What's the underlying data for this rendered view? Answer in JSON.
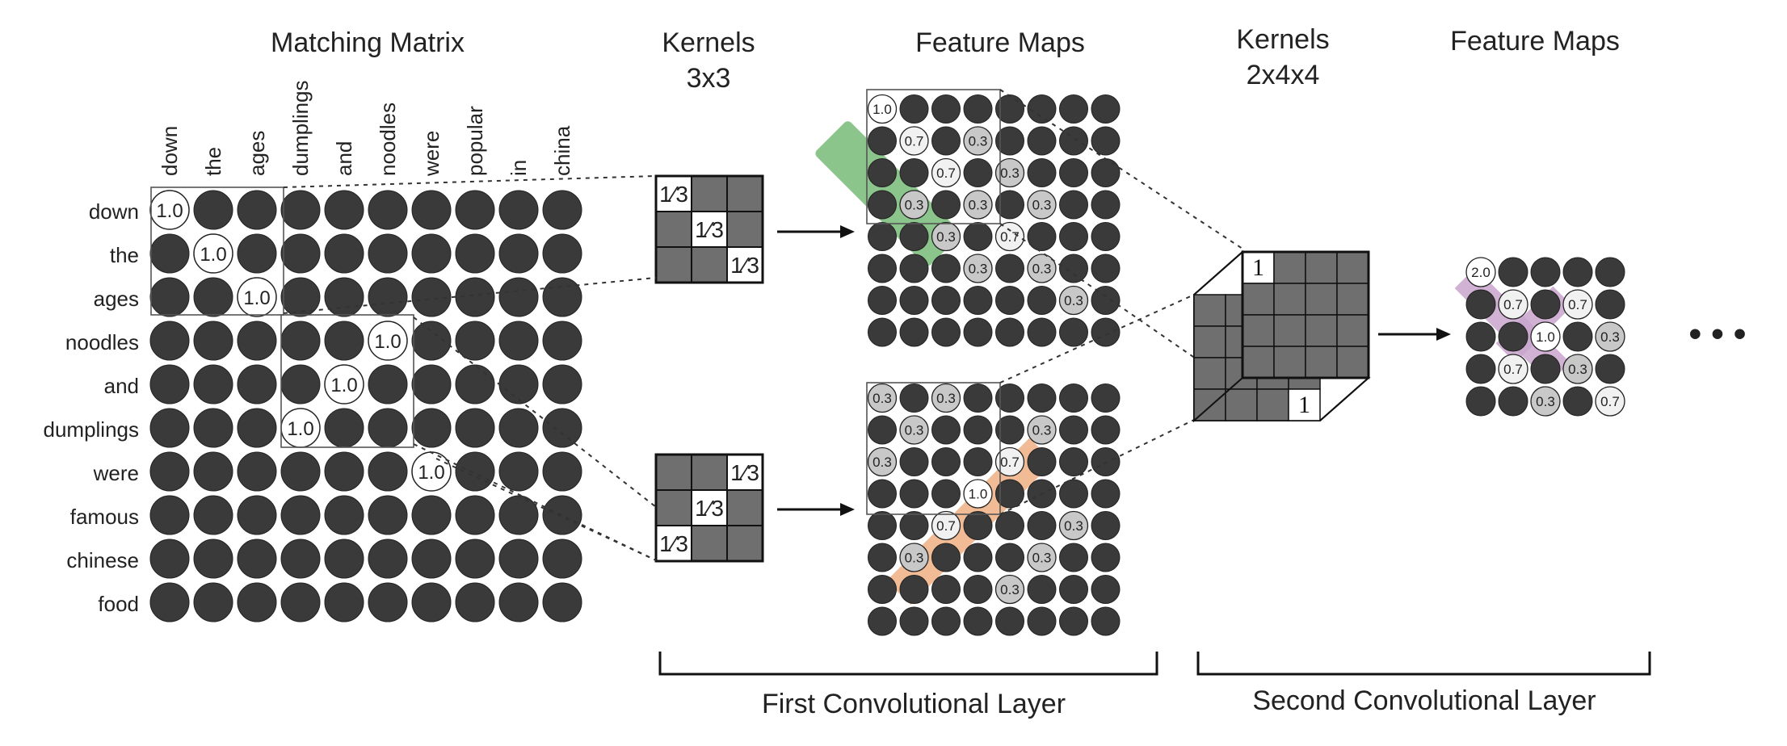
{
  "titles": {
    "matching_matrix": "Matching Matrix",
    "kernels1_a": "Kernels",
    "kernels1_b": "3x3",
    "feature_maps1": "Feature Maps",
    "kernels2_a": "Kernels",
    "kernels2_b": "2x4x4",
    "feature_maps2": "Feature Maps"
  },
  "layers": {
    "first": "First Convolutional Layer",
    "second": "Second Convolutional Layer"
  },
  "ellipsis": "• • •",
  "matrix": {
    "rows": [
      "down",
      "the",
      "ages",
      "noodles",
      "and",
      "dumplings",
      "were",
      "famous",
      "chinese",
      "food"
    ],
    "cols": [
      "down",
      "the",
      "ages",
      "dumplings",
      "and",
      "noodles",
      "were",
      "popular",
      "in",
      "china"
    ],
    "cells": [
      {
        "r": 0,
        "c": 0,
        "v": "1.0"
      },
      {
        "r": 1,
        "c": 1,
        "v": "1.0"
      },
      {
        "r": 2,
        "c": 2,
        "v": "1.0"
      },
      {
        "r": 3,
        "c": 5,
        "v": "1.0"
      },
      {
        "r": 4,
        "c": 4,
        "v": "1.0"
      },
      {
        "r": 5,
        "c": 3,
        "v": "1.0"
      },
      {
        "r": 6,
        "c": 6,
        "v": "1.0"
      }
    ]
  },
  "kernel1": {
    "value": "1⁄3",
    "cells": [
      [
        0,
        0
      ],
      [
        1,
        1
      ],
      [
        2,
        2
      ]
    ]
  },
  "kernel2": {
    "value": "1⁄3",
    "cells": [
      [
        0,
        2
      ],
      [
        1,
        1
      ],
      [
        2,
        0
      ]
    ]
  },
  "feature_map_top": {
    "cells": [
      {
        "r": 0,
        "c": 0,
        "v": "1.0",
        "t": "w"
      },
      {
        "r": 1,
        "c": 1,
        "v": "0.7",
        "t": "l"
      },
      {
        "r": 1,
        "c": 3,
        "v": "0.3",
        "t": "g"
      },
      {
        "r": 2,
        "c": 2,
        "v": "0.7",
        "t": "l"
      },
      {
        "r": 2,
        "c": 4,
        "v": "0.3",
        "t": "g"
      },
      {
        "r": 3,
        "c": 1,
        "v": "0.3",
        "t": "g"
      },
      {
        "r": 3,
        "c": 3,
        "v": "0.3",
        "t": "g"
      },
      {
        "r": 3,
        "c": 5,
        "v": "0.3",
        "t": "g"
      },
      {
        "r": 4,
        "c": 2,
        "v": "0.3",
        "t": "g"
      },
      {
        "r": 4,
        "c": 4,
        "v": "0.7",
        "t": "l"
      },
      {
        "r": 5,
        "c": 3,
        "v": "0.3",
        "t": "g"
      },
      {
        "r": 5,
        "c": 5,
        "v": "0.3",
        "t": "g"
      },
      {
        "r": 6,
        "c": 6,
        "v": "0.3",
        "t": "g"
      }
    ]
  },
  "feature_map_bottom": {
    "cells": [
      {
        "r": 0,
        "c": 0,
        "v": "0.3",
        "t": "g"
      },
      {
        "r": 0,
        "c": 2,
        "v": "0.3",
        "t": "g"
      },
      {
        "r": 1,
        "c": 1,
        "v": "0.3",
        "t": "g"
      },
      {
        "r": 1,
        "c": 5,
        "v": "0.3",
        "t": "g"
      },
      {
        "r": 2,
        "c": 0,
        "v": "0.3",
        "t": "g"
      },
      {
        "r": 2,
        "c": 4,
        "v": "0.7",
        "t": "l"
      },
      {
        "r": 3,
        "c": 3,
        "v": "1.0",
        "t": "w"
      },
      {
        "r": 4,
        "c": 2,
        "v": "0.7",
        "t": "l"
      },
      {
        "r": 4,
        "c": 6,
        "v": "0.3",
        "t": "g"
      },
      {
        "r": 5,
        "c": 1,
        "v": "0.3",
        "t": "g"
      },
      {
        "r": 5,
        "c": 5,
        "v": "0.3",
        "t": "g"
      },
      {
        "r": 6,
        "c": 4,
        "v": "0.3",
        "t": "g"
      }
    ]
  },
  "kernel3d": {
    "value": "1"
  },
  "feature_map2": {
    "cells": [
      {
        "r": 0,
        "c": 0,
        "v": "2.0",
        "t": "w"
      },
      {
        "r": 1,
        "c": 1,
        "v": "0.7",
        "t": "l"
      },
      {
        "r": 1,
        "c": 3,
        "v": "0.7",
        "t": "l"
      },
      {
        "r": 2,
        "c": 2,
        "v": "1.0",
        "t": "w"
      },
      {
        "r": 2,
        "c": 4,
        "v": "0.3",
        "t": "g"
      },
      {
        "r": 3,
        "c": 1,
        "v": "0.7",
        "t": "l"
      },
      {
        "r": 3,
        "c": 3,
        "v": "0.3",
        "t": "g"
      },
      {
        "r": 4,
        "c": 2,
        "v": "0.3",
        "t": "g"
      },
      {
        "r": 4,
        "c": 4,
        "v": "0.7",
        "t": "l"
      }
    ]
  },
  "colors": {
    "dark_cell": "#3a3a3a",
    "light_cell": "#f1f1f1",
    "gray_cell": "#c8c8c8",
    "kernel_gray": "#6f6f6f",
    "green_highlight": "#7fbf7f",
    "orange_highlight": "#f0b48a",
    "purple_highlight": "#c9a4cc"
  }
}
